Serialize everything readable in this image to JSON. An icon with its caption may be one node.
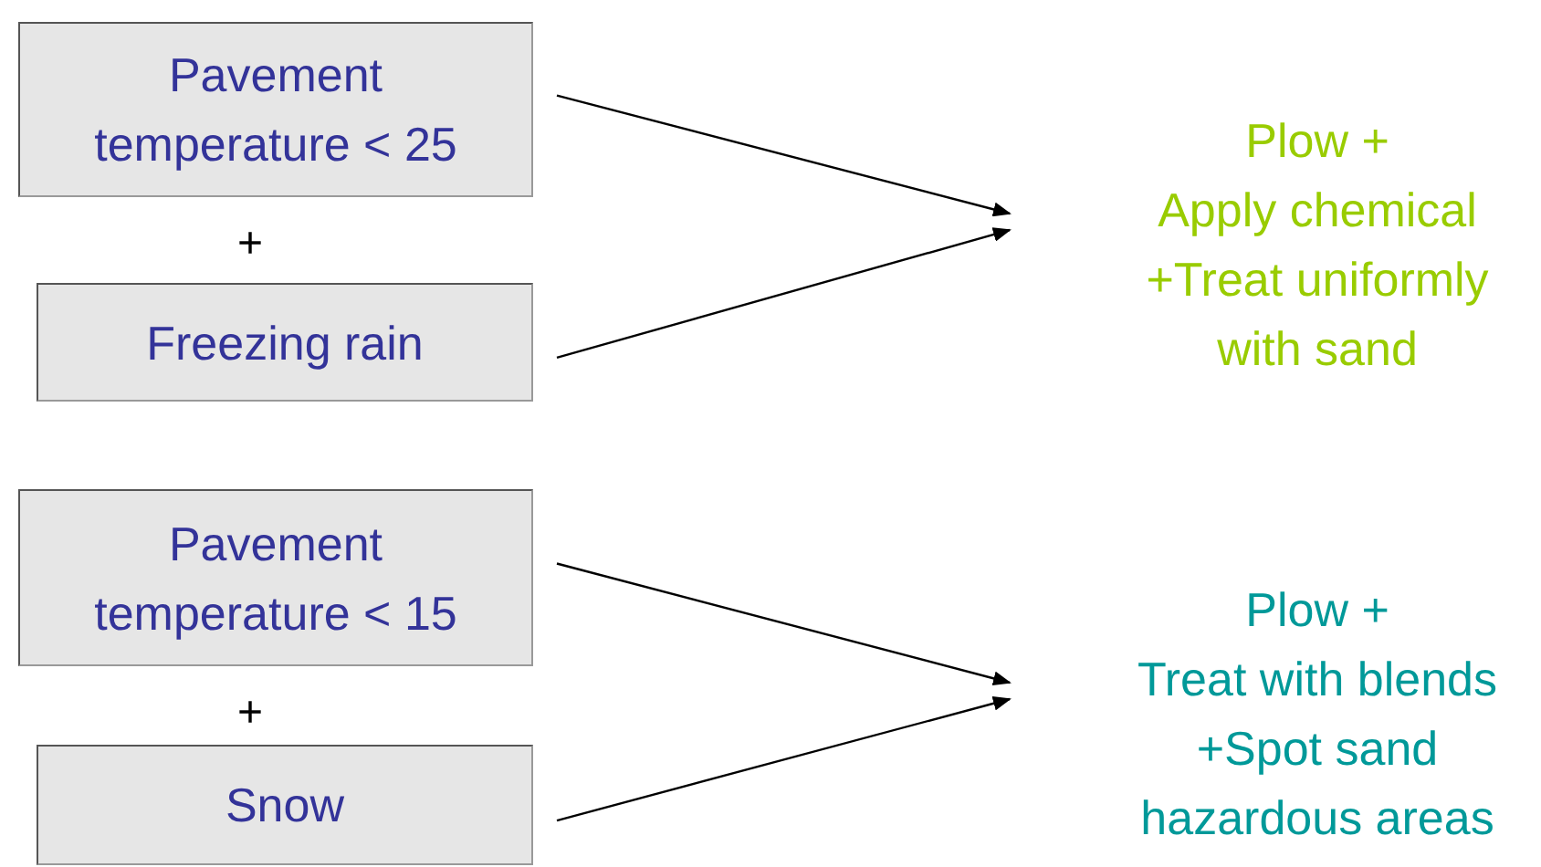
{
  "diagram": {
    "nodes": [
      {
        "text": [
          "Pavement temperature < 25"
        ]
      },
      {
        "text": [
          "Freezing rain"
        ]
      },
      {
        "text": [
          "Plow +",
          "Apply chemical",
          "+Treat uniformly with sand"
        ]
      },
      {
        "text": [
          "Pavement temperature < 15"
        ]
      },
      {
        "text": [
          "Snow"
        ]
      },
      {
        "text": [
          "Plow +",
          "Treat with blends",
          "+Spot sand hazardous areas"
        ]
      }
    ],
    "edges": [
      {
        "from": 0,
        "to": 2,
        "arrow": "to"
      },
      {
        "from": 1,
        "to": 2,
        "arrow": "to"
      },
      {
        "from": 3,
        "to": 5,
        "arrow": "to"
      },
      {
        "from": 4,
        "to": 5,
        "arrow": "to"
      }
    ],
    "labels": [
      "+",
      "+"
    ]
  }
}
